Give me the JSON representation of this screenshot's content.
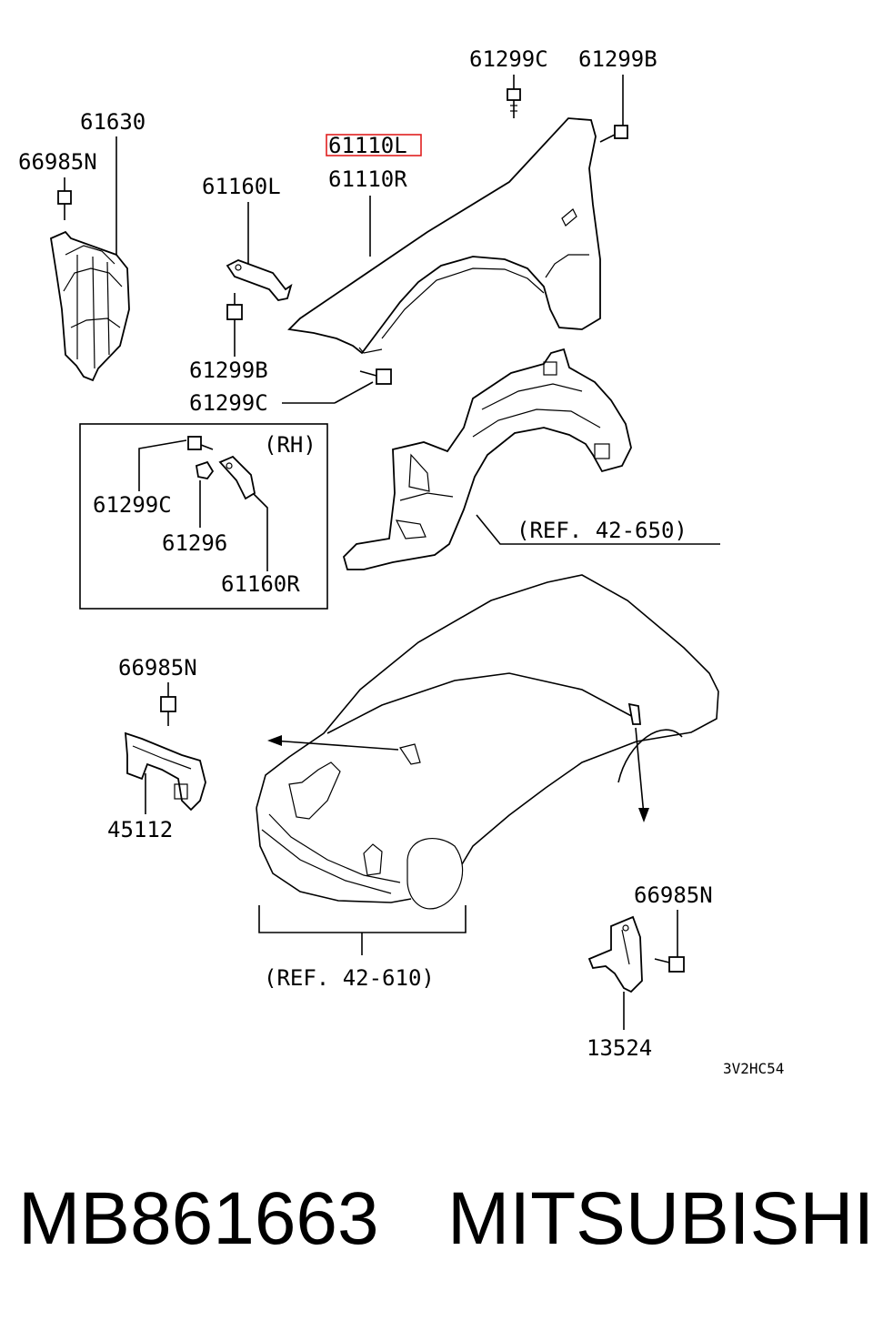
{
  "labels": {
    "fender_left": "61110L",
    "fender_right": "61110R",
    "bolt_top_c": "61299C",
    "bolt_top_b": "61299B",
    "splash_shield": "61630",
    "screw_top_left": "66985N",
    "bracket_left": "61160L",
    "bolt_mid_b": "61299B",
    "bolt_mid_c": "61299C",
    "rh": "(RH)",
    "rh_bolt_c": "61299C",
    "rh_nut": "61296",
    "rh_bracket": "61160R",
    "ref_liner": "(REF. 42-650)",
    "screw_bumper": "66985N",
    "bumper_bracket": "45112",
    "ref_bumper": "(REF. 42-610)",
    "screw_rear": "66985N",
    "mudguard_bracket": "13524",
    "diagram_code": "3V2HC54"
  },
  "footer": {
    "part_number": "MB861663",
    "brand": "MITSUBISHI"
  },
  "highlight_color": "#e02020"
}
